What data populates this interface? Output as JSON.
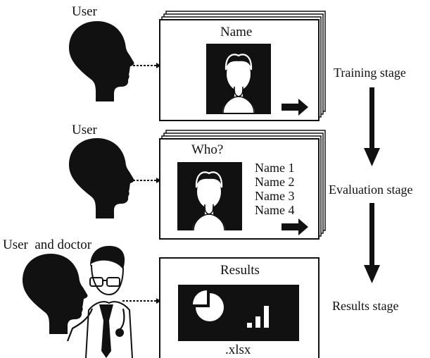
{
  "rows": [
    {
      "label": "User",
      "card_title": "Name"
    },
    {
      "label": "User",
      "card_title": "Who?",
      "options": [
        "Name 1",
        "Name 2",
        "Name 3",
        "Name 4"
      ]
    },
    {
      "label": "User  and doctor",
      "card_title": "Results",
      "file_label": ".xlsx"
    }
  ],
  "stages": [
    "Training stage",
    "Evaluation stage",
    "Results stage"
  ],
  "colors": {
    "ink": "#111111",
    "paper": "#ffffff"
  },
  "icons": [
    "head-silhouette-icon",
    "face-portrait-icon",
    "arrow-right-icon",
    "pie-chart-icon",
    "bar-chart-icon",
    "doctor-icon",
    "arrow-down-icon"
  ]
}
